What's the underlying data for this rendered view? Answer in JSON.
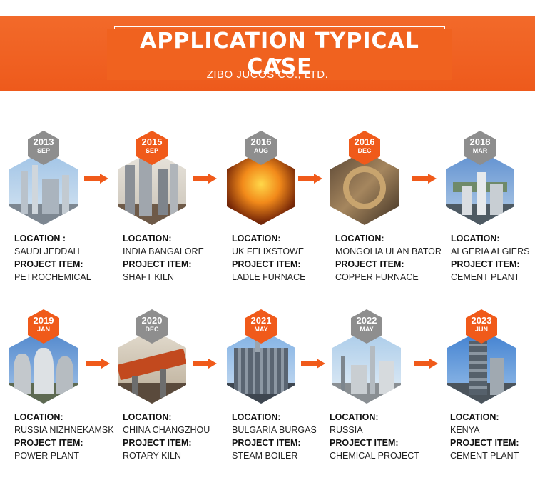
{
  "header": {
    "title": "APPLICATION TYPICAL CASE",
    "subtitle": "ZIBO JUCOS CO., LTD."
  },
  "labels": {
    "location": "LOCATION:",
    "location_first": "LOCATION :",
    "project": "PROJECT ITEM:"
  },
  "cases": [
    {
      "year": "2013",
      "month": "SEP",
      "location": "SAUDI JEDDAH",
      "project": "PETROCHEMICAL",
      "badge": "gray",
      "scene": "refinery"
    },
    {
      "year": "2015",
      "month": "SEP",
      "location": "INDIA BANGALORE",
      "project": "SHAFT KILN",
      "badge": "orange",
      "scene": "pipes"
    },
    {
      "year": "2016",
      "month": "AUG",
      "location": "UK FELIXSTOWE",
      "project": "LADLE FURNACE",
      "badge": "gray",
      "scene": "molten"
    },
    {
      "year": "2016",
      "month": "DEC",
      "location": "MONGOLIA ULAN BATOR",
      "project": "COPPER FURNACE",
      "badge": "orange",
      "scene": "furnace"
    },
    {
      "year": "2018",
      "month": "MAR",
      "location": "ALGERIA ALGIERS",
      "project": "CEMENT PLANT",
      "badge": "gray",
      "scene": "cement"
    },
    {
      "year": "2019",
      "month": "JAN",
      "location": "RUSSIA NIZHNEKAMSK",
      "project": "POWER PLANT",
      "badge": "orange",
      "scene": "cooling"
    },
    {
      "year": "2020",
      "month": "DEC",
      "location": "CHINA CHANGZHOU",
      "project": "ROTARY KILN",
      "badge": "gray",
      "scene": "kiln"
    },
    {
      "year": "2021",
      "month": "MAY",
      "location": "BULGARIA BURGAS",
      "project": "STEAM BOILER",
      "badge": "orange",
      "scene": "boiler"
    },
    {
      "year": "2022",
      "month": "MAY",
      "location": "RUSSIA",
      "project": "CHEMICAL PROJECT",
      "badge": "gray",
      "scene": "chemical"
    },
    {
      "year": "2023",
      "month": "JUN",
      "location": "KENYA",
      "project": "CEMENT PLANT",
      "badge": "orange",
      "scene": "tower"
    }
  ],
  "colors": {
    "accent": "#f05a1a",
    "badge_gray": "#8e8e8e",
    "banner": "#f0621f"
  }
}
